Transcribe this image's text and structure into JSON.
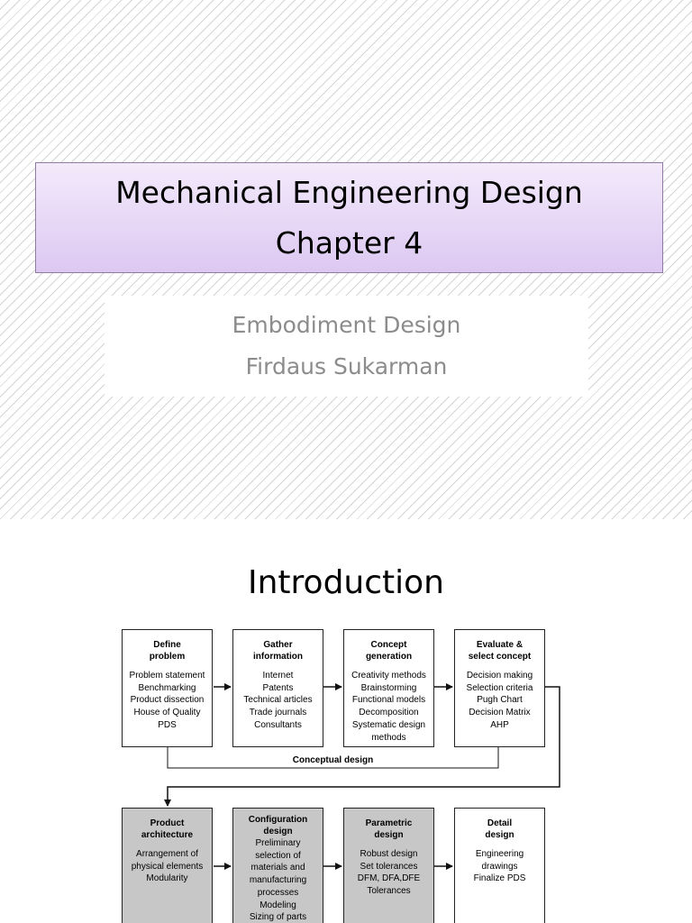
{
  "slide1": {
    "title_line1": "Mechanical Engineering Design",
    "title_line2": "Chapter 4",
    "subtitle_line1": "Embodiment Design",
    "subtitle_line2": "Firdaus Sukarman"
  },
  "slide2": {
    "heading": "Introduction",
    "conceptual_label": "Conceptual design",
    "row1": [
      {
        "title": [
          "Define",
          "problem"
        ],
        "items": [
          "Problem statement",
          "Benchmarking",
          "Product dissection",
          "House of Quality",
          "PDS"
        ]
      },
      {
        "title": [
          "Gather",
          "information"
        ],
        "items": [
          "Internet",
          "Patents",
          "Technical articles",
          "Trade journals",
          "Consultants"
        ]
      },
      {
        "title": [
          "Concept",
          "generation"
        ],
        "items": [
          "Creativity methods",
          "Brainstorming",
          "Functional models",
          "Decomposition",
          "Systematic design",
          "methods"
        ]
      },
      {
        "title": [
          "Evaluate &",
          "select concept"
        ],
        "items": [
          "Decision making",
          "Selection criteria",
          "Pugh Chart",
          "Decision Matrix",
          "AHP"
        ]
      }
    ],
    "row2": [
      {
        "title": [
          "Product",
          "architecture"
        ],
        "items": [
          "Arrangement of",
          "physical elements",
          "Modularity"
        ]
      },
      {
        "title": [
          "Configuration",
          "design"
        ],
        "items": [
          "Preliminary",
          "selection of",
          "materials and",
          "manufacturing",
          "processes",
          "Modeling",
          "Sizing of parts"
        ]
      },
      {
        "title": [
          "Parametric",
          "design"
        ],
        "items": [
          "Robust design",
          "Set tolerances",
          "DFM, DFA,DFE",
          "Tolerances"
        ]
      },
      {
        "title": [
          "Detail",
          "design"
        ],
        "items": [
          "Engineering",
          "drawings",
          "Finalize PDS"
        ]
      }
    ]
  }
}
